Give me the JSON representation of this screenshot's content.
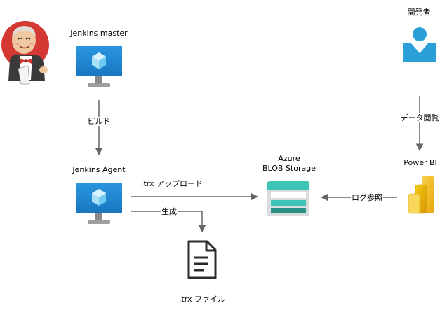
{
  "nodes": {
    "jenkins_master": {
      "label": "Jenkins master"
    },
    "jenkins_agent": {
      "label": "Jenkins Agent"
    },
    "azure_storage": {
      "label_line1": "Azure",
      "label_line2": "BLOB Storage"
    },
    "developer": {
      "label": "開発者"
    },
    "power_bi": {
      "label": "Power BI"
    },
    "trx_file": {
      "label": ".trx ファイル"
    }
  },
  "edges": {
    "build": {
      "label": "ビルド"
    },
    "upload": {
      "label": ".trx アップロード"
    },
    "generate": {
      "label": "生成"
    },
    "view_data": {
      "label": "データ閲覧"
    },
    "log_reference": {
      "label": "ログ参照"
    }
  },
  "colors": {
    "arrow": "#666666",
    "monitor_blue": "#1e88d4",
    "monitor_stand": "#8a8a8a",
    "storage_teal": "#3cc4b4",
    "storage_dark": "#2a8f84",
    "powerbi_yellow": "#f2c811",
    "person_blue": "#2a9fd8",
    "jenkins_red": "#d33833"
  },
  "icons": {
    "jenkins_logo": "jenkins-logo-icon",
    "monitor": "virtual-machine-icon",
    "person": "person-icon",
    "storage": "storage-account-icon",
    "powerbi": "powerbi-icon",
    "document": "document-icon"
  }
}
